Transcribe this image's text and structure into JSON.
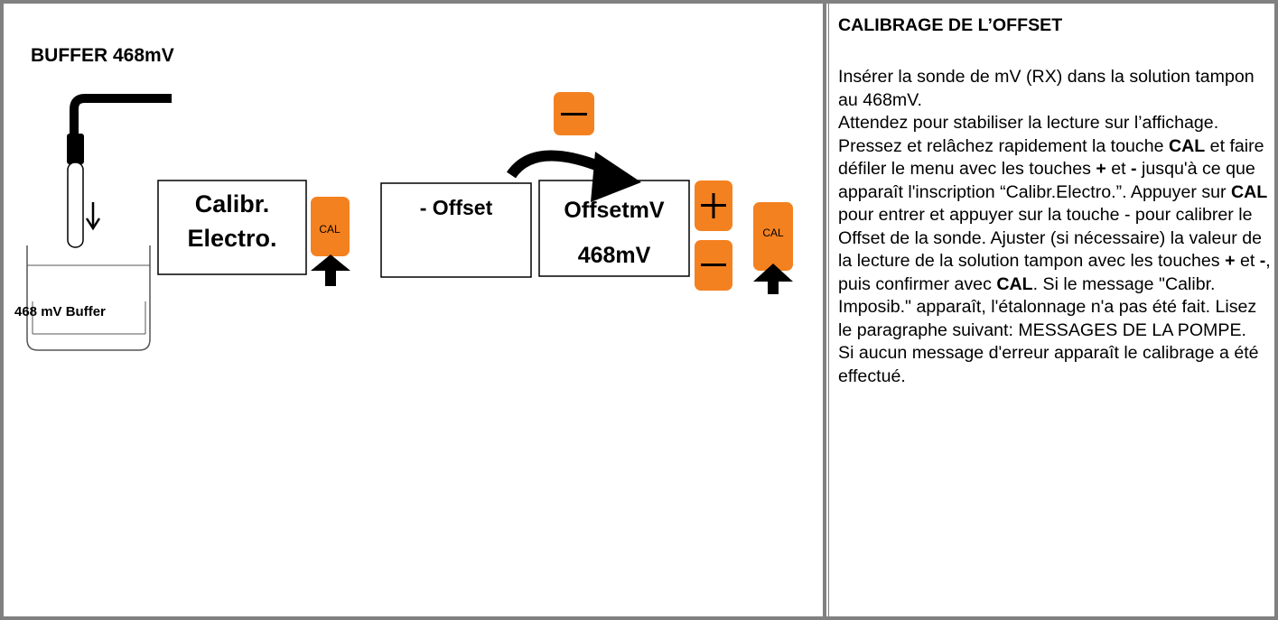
{
  "buffer_title": "BUFFER 468mV",
  "diagram": {
    "beaker_label": "468 mV Buffer",
    "box1_line1": "Calibr.",
    "box1_line2": "Electro.",
    "box2_label": "- Offset",
    "box3_line1": "OffsetmV",
    "box3_line2": "468mV",
    "cal_key": "CAL",
    "plus_key": "+",
    "minus_key": "—",
    "colors": {
      "key_orange": "#f48120",
      "frame_grey": "#808080"
    }
  },
  "instructions": {
    "title": "CALIBRAGE DE L’OFFSET",
    "p1": "Insérer la sonde de mV (RX) dans la solution tampon au 468mV.",
    "p2a": "Attendez pour stabiliser la lecture sur l’affichage. Pressez et relâchez rapidement la touche ",
    "cal1": "CAL",
    "p2b": " et faire défiler le menu avec les touches ",
    "plus1": "+",
    "p2c": " et ",
    "minus1": "-",
    "p2d": " jusqu'à ce que apparaît l'inscription “Calibr.Electro.”. Appuyer sur ",
    "cal2": "CAL",
    "p2e": " pour entrer et appuyer sur la touche - pour calibrer le Offset de la sonde. Ajuster (si nécessaire) la valeur de la  lecture de la solution tampon avec les touches ",
    "plus2": "+",
    "p2f": " et ",
    "minus2": "-",
    "p2g": ", puis confirmer avec ",
    "cal3": "CAL",
    "p2h": ".  Si le message \"Calibr. Imposib.\" apparaît, l'étalonnage n'a pas été fait. Lisez le paragraphe suivant: MESSAGES DE LA POMPE.",
    "p3": "Si aucun message d'erreur apparaît le calibrage a été effectué."
  }
}
